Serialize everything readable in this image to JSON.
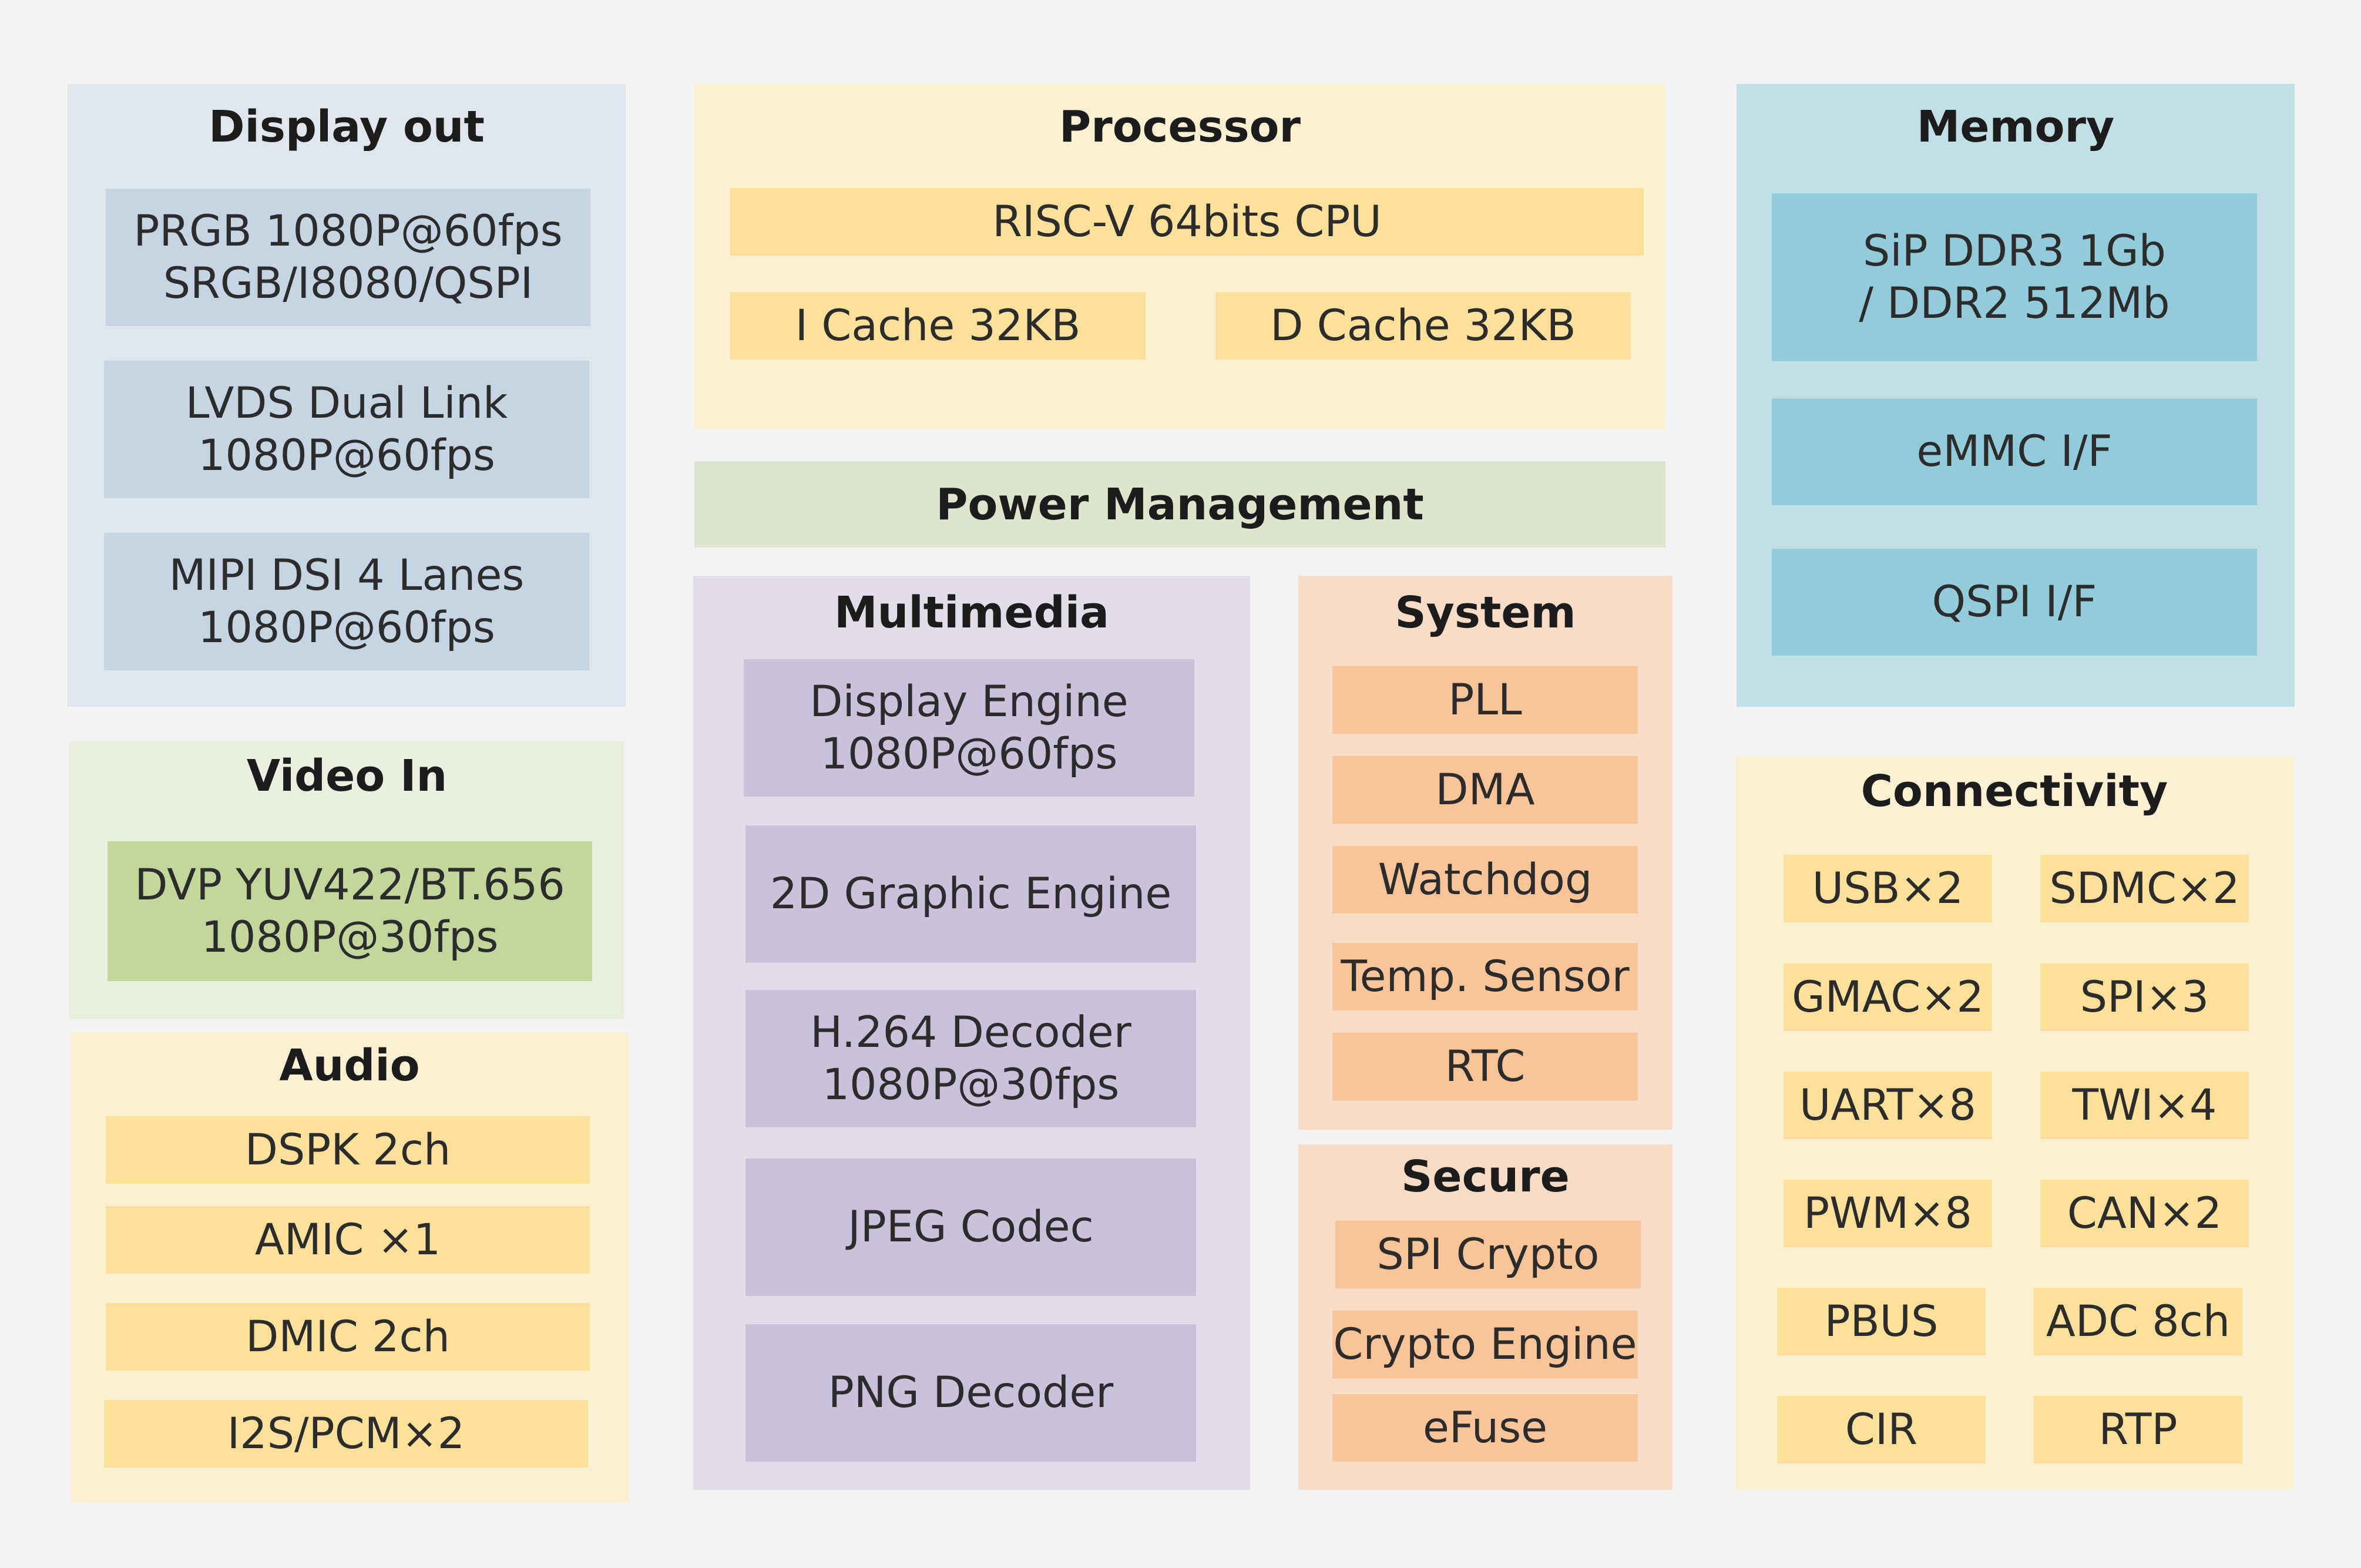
{
  "display_out": {
    "title": "Display out",
    "items": [
      "PRGB 1080P@60fps\nSRGB/I8080/QSPI",
      "LVDS Dual Link\n1080P@60fps",
      "MIPI DSI 4 Lanes\n1080P@60fps"
    ]
  },
  "video_in": {
    "title": "Video In",
    "items": [
      "DVP YUV422/BT.656\n1080P@30fps"
    ]
  },
  "audio": {
    "title": "Audio",
    "items": [
      "DSPK 2ch",
      "AMIC ×1",
      "DMIC 2ch",
      "I2S/PCM×2"
    ]
  },
  "processor": {
    "title": "Processor",
    "cpu": "RISC-V 64bits CPU",
    "icache": "I Cache 32KB",
    "dcache": "D Cache 32KB"
  },
  "power_management": {
    "title": "Power Management"
  },
  "multimedia": {
    "title": "Multimedia",
    "items": [
      "Display Engine\n1080P@60fps",
      "2D Graphic Engine",
      "H.264 Decoder\n1080P@30fps",
      "JPEG Codec",
      "PNG Decoder"
    ]
  },
  "system": {
    "title": "System",
    "items": [
      "PLL",
      "DMA",
      "Watchdog",
      "Temp. Sensor",
      "RTC"
    ]
  },
  "secure": {
    "title": "Secure",
    "items": [
      "SPI Crypto",
      "Crypto Engine",
      "eFuse"
    ]
  },
  "memory": {
    "title": "Memory",
    "items": [
      "SiP DDR3 1Gb\n/ DDR2 512Mb",
      "eMMC I/F",
      "QSPI  I/F"
    ]
  },
  "connectivity": {
    "title": "Connectivity",
    "items": [
      "USB×2",
      "SDMC×2",
      "GMAC×2",
      "SPI×3",
      "UART×8",
      "TWI×4",
      "PWM×8",
      "CAN×2",
      "PBUS",
      "ADC 8ch",
      "CIR",
      "RTP"
    ]
  },
  "colors": {
    "background": "#f3f3f3",
    "display_panel": "#dfe6ee",
    "display_block": "#c6d4e4",
    "video_panel": "#e9f0df",
    "video_block": "#c3d69c",
    "yellow_panel": "#fcf0d2",
    "yellow_block": "#fde09a",
    "power": "#dde6cc",
    "multimedia_panel": "#e2dde8",
    "multimedia_block": "#ccc1db",
    "orange_panel": "#f8dcc6",
    "orange_block": "#f9c498",
    "memory_panel": "#c2dfe7",
    "memory_block": "#92cbda"
  }
}
